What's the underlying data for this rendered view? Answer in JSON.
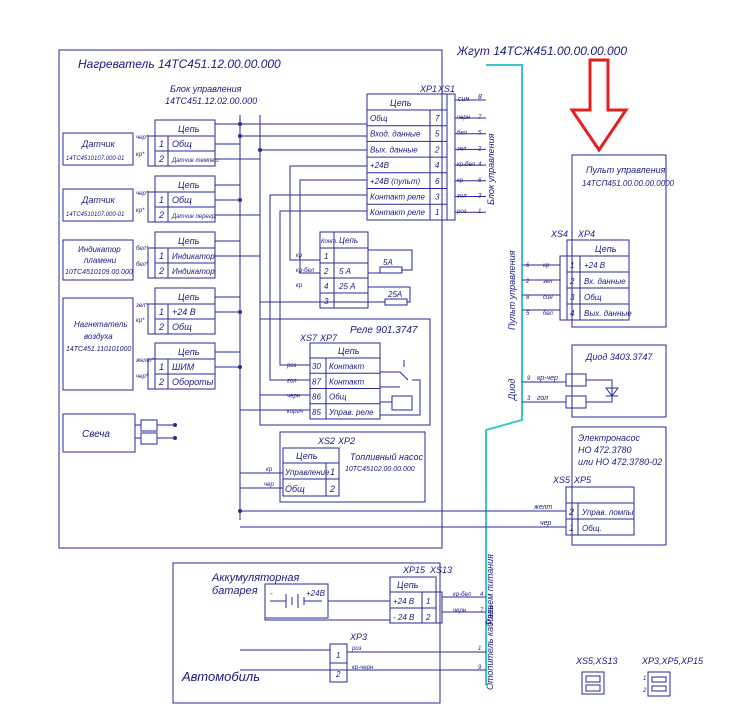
{
  "harness": {
    "title": "Жгут 14ТСЖ451.00.00.00.000",
    "label_control": "Блок управления",
    "label_pult": "Пульт управления",
    "label_diode": "Диод",
    "label_power": "Разъем питания",
    "label_cabin": "Отопитель кабины"
  },
  "heater": {
    "title": "Нагреватель 14ТС451.12.00.00.000"
  },
  "control_block": {
    "title_line1": "Блок управления",
    "title_line2": "14ТС451.12.02.00.000",
    "xp1": "XP1",
    "xs1": "XS1",
    "header": "Цепь",
    "rows": [
      {
        "name": "Общ",
        "pin": "7",
        "wire": "черн",
        "xs_pin": "7"
      },
      {
        "name": "Вход. данные",
        "pin": "5",
        "wire": "бел",
        "xs_pin": "5"
      },
      {
        "name": "Вых. данные",
        "pin": "2",
        "wire": "зел",
        "xs_pin": "2"
      },
      {
        "name": "+24В",
        "pin": "4",
        "wire": "кр-бел",
        "xs_pin": "4"
      },
      {
        "name": "+24В (пульт)",
        "pin": "6",
        "wire": "кр",
        "xs_pin": "6"
      },
      {
        "name": "Контакт реле",
        "pin": "3",
        "wire": "гол",
        "xs_pin": "3"
      },
      {
        "name": "Контакт реле",
        "pin": "1",
        "wire": "роз",
        "xs_pin": "1"
      }
    ],
    "top_wire": "син",
    "top_pin": "8"
  },
  "sensor1": {
    "title": "Датчик",
    "part": "14ТС4510107.000-01",
    "header": "Цепь",
    "rows": [
      {
        "pin": "1",
        "name": "Общ",
        "wire": "чер*"
      },
      {
        "pin": "2",
        "name": "Датчик темпер.",
        "wire": "кр*"
      }
    ]
  },
  "sensor2": {
    "title": "Датчик",
    "part": "14ТС4510107.000-01",
    "header": "Цепь",
    "rows": [
      {
        "pin": "1",
        "name": "Общ",
        "wire": "чер*"
      },
      {
        "pin": "2",
        "name": "Датчик перегр.",
        "wire": "кр*"
      }
    ]
  },
  "flame": {
    "title1": "Индикатор",
    "title2": "пламени",
    "part": "10ТС4510109.00.000",
    "header": "Цепь",
    "rows": [
      {
        "pin": "1",
        "name": "Индикатор",
        "wire": "бел*"
      },
      {
        "pin": "2",
        "name": "Индикатор",
        "wire": "бел*"
      }
    ]
  },
  "blower": {
    "title1": "Нагнетатель",
    "title2": "воздуха",
    "part": "14ТС451.110101000",
    "header": "Цепь",
    "rows": [
      {
        "pin": "1",
        "name": "+24 В",
        "wire": "зел*"
      },
      {
        "pin": "2",
        "name": "Общ",
        "wire": "кр*"
      }
    ],
    "rows2": [
      {
        "pin": "1",
        "name": "ШИМ",
        "wire": "желт*"
      },
      {
        "pin": "2",
        "name": "Обороты",
        "wire": "чер*"
      }
    ]
  },
  "candle": {
    "title": "Свеча"
  },
  "fuse": {
    "header": "Конт.",
    "name_header": "Цепь",
    "rows": [
      {
        "pin": "1",
        "name": "",
        "wire": "кр"
      },
      {
        "pin": "2",
        "name": "5 А",
        "wire": "кр-бел"
      },
      {
        "pin": "4",
        "name": "25 А",
        "wire": "кр"
      },
      {
        "pin": "3",
        "name": "",
        "wire": ""
      }
    ],
    "f1": "5А",
    "f2": "25А"
  },
  "relay": {
    "title": "Реле 901.3747",
    "xs7": "XS7",
    "xp7": "XP7",
    "header": "Цепь",
    "rows": [
      {
        "pin": "30",
        "name": "Контакт",
        "wire": "роз"
      },
      {
        "pin": "87",
        "name": "Контакт",
        "wire": "гол"
      },
      {
        "pin": "86",
        "name": "Общ",
        "wire": "черн"
      },
      {
        "pin": "85",
        "name": "Управ. реле",
        "wire": "корич"
      }
    ]
  },
  "pump_fuel": {
    "title1": "Топливный насос",
    "title2": "10ТС45102.00.00.000",
    "xs2": "XS2",
    "xp2": "XP2",
    "header": "Цепь",
    "rows": [
      {
        "name": "Управление",
        "pin": "1",
        "wire": "кр"
      },
      {
        "name": "Общ",
        "pin": "2",
        "wire": "чер"
      }
    ]
  },
  "pult": {
    "title1": "Пульт управления",
    "title2": "14ТСП451.00.00.00.0000",
    "xs4": "XS4",
    "xp4": "XP4",
    "header": "Цепь",
    "rows": [
      {
        "pin": "1",
        "name": "+24 В",
        "wire": "кр",
        "h_pin": "6"
      },
      {
        "pin": "2",
        "name": "Вх. данные",
        "wire": "зел",
        "h_pin": "2"
      },
      {
        "pin": "3",
        "name": "Общ",
        "wire": "син",
        "h_pin": "8"
      },
      {
        "pin": "4",
        "name": "Вых. данные",
        "wire": "бел",
        "h_pin": "5"
      }
    ]
  },
  "diode": {
    "title": "Диод 3403.3747",
    "rows": [
      {
        "pin": "9",
        "wire": "кр-чер"
      },
      {
        "pin": "3",
        "wire": "гол"
      }
    ]
  },
  "epump": {
    "title1": "Электронасос",
    "title2": "НО 472.3780",
    "title3": "или НО 472.3780-02",
    "xs5": "XS5",
    "xp5": "XP5",
    "rows": [
      {
        "pin": "2",
        "name": "Управ. помпы",
        "wire": "желт"
      },
      {
        "pin": "1",
        "name": "Общ.",
        "wire": "чер"
      }
    ]
  },
  "car": {
    "title": "Автомобиль",
    "battery1": "Аккумуляторная",
    "battery2": "батарея",
    "minus": "-",
    "plus": "+24В"
  },
  "xp15": {
    "xp15": "XP15",
    "xs13": "XS13",
    "header": "Цепь",
    "rows": [
      {
        "name": "+24 В",
        "pin": "1",
        "wire": "кр-бел",
        "h_pin": "4"
      },
      {
        "name": "- 24 В",
        "pin": "2",
        "wire": "черн",
        "h_pin": "7"
      }
    ]
  },
  "xp3": {
    "title": "XP3",
    "rows": [
      {
        "pin": "1",
        "wire": "роз",
        "h_pin": "1"
      },
      {
        "pin": "2",
        "wire": "кр-черн",
        "h_pin": "9"
      }
    ]
  },
  "legend": {
    "left": "XS5,XS13",
    "right": "XP3,XP5,XP15",
    "p1": "1",
    "p2": "2"
  }
}
